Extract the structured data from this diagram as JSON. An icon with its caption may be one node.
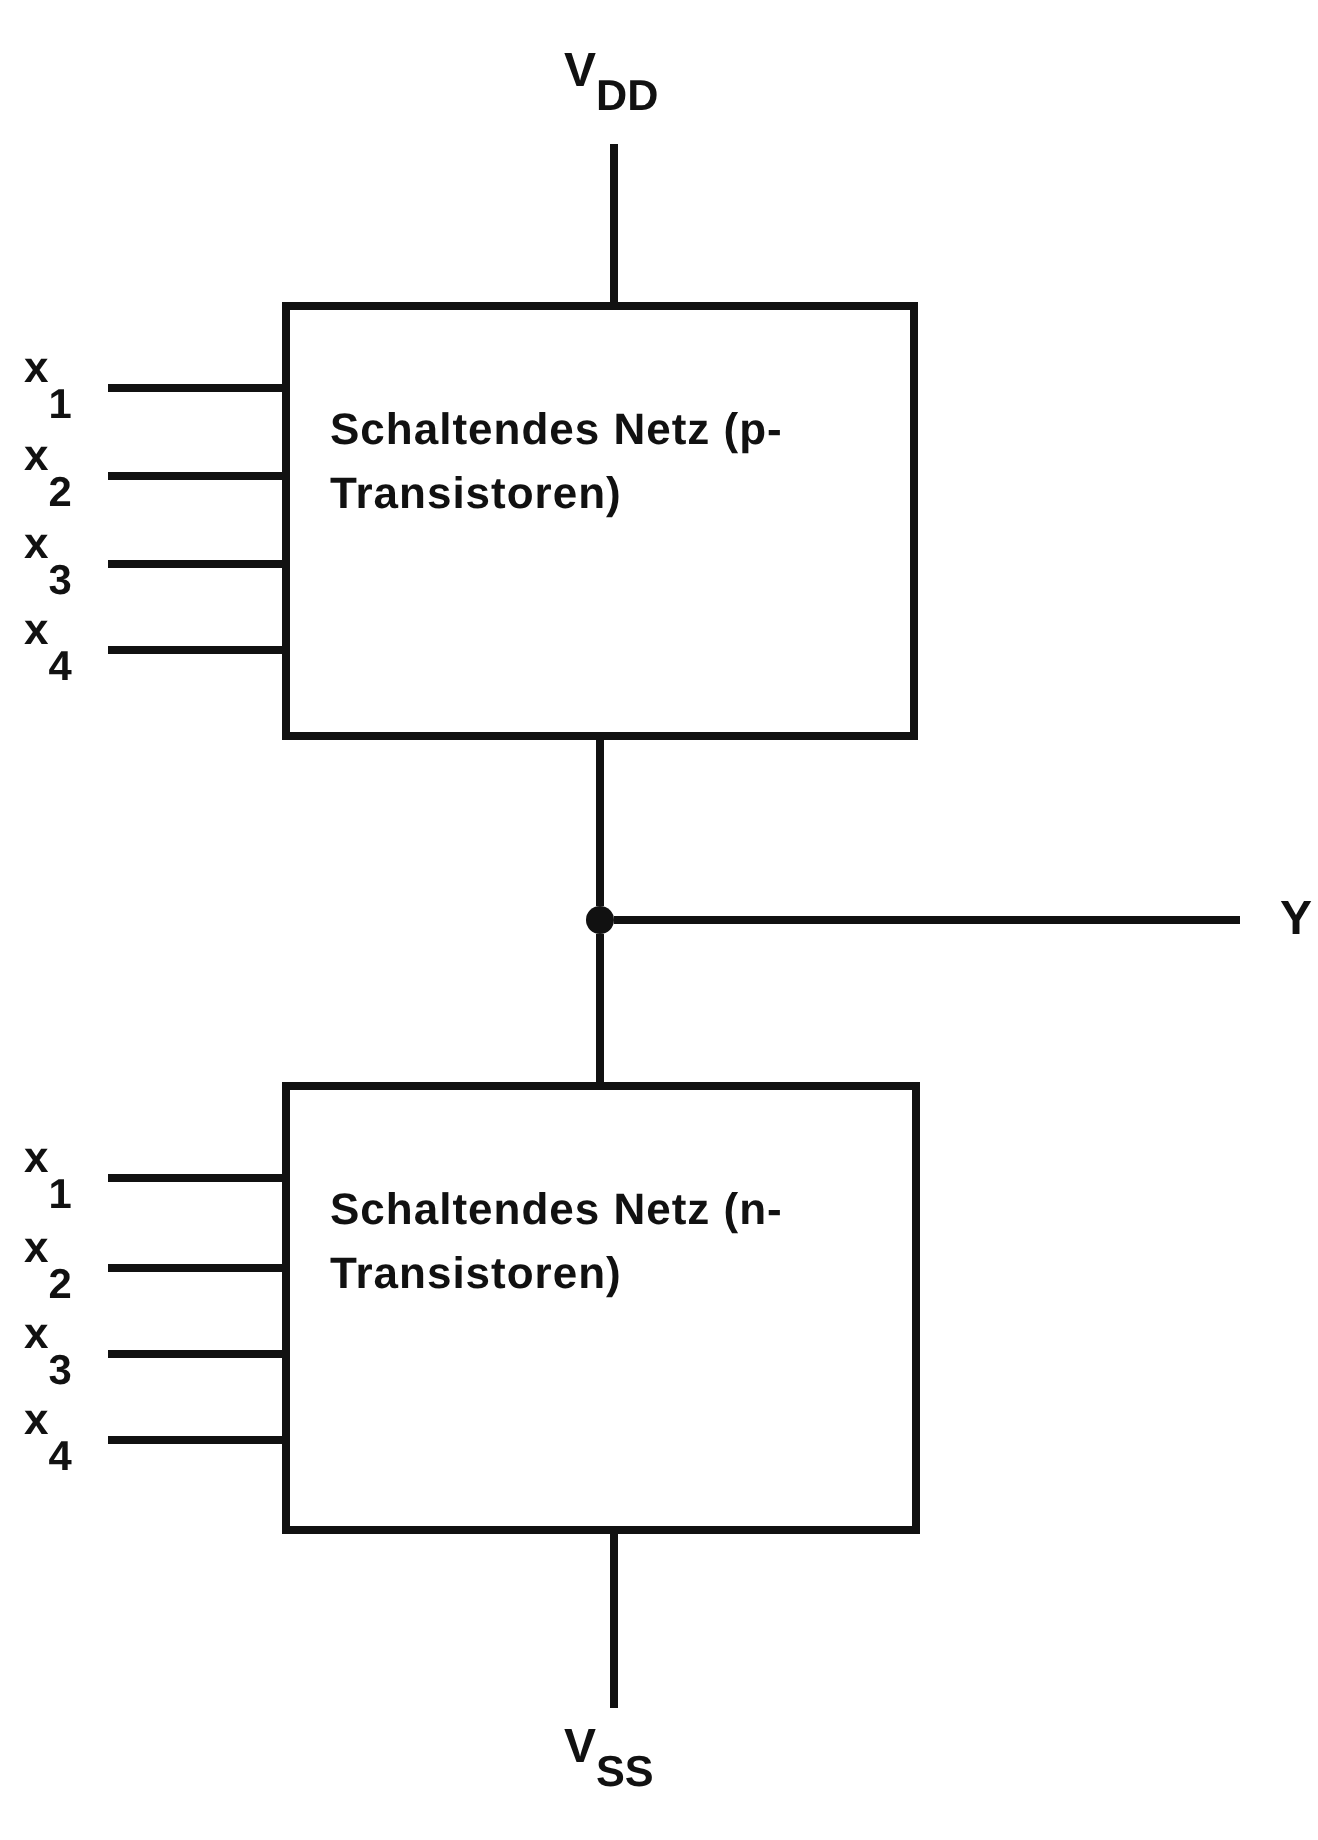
{
  "diagram": {
    "nodes": [
      {
        "text": [
          "V$_{DD}$"
        ]
      },
      {
        "text": [
          "x$_{1}$"
        ]
      },
      {
        "text": [
          "x$_{2}$"
        ]
      },
      {
        "text": [
          "x$_{3}$"
        ]
      },
      {
        "text": [
          "x$_{4}$"
        ]
      },
      {
        "text": [
          "Schaltendes Netz (p-Transistoren)"
        ]
      },
      {
        "text": [],
        "shape": "circle"
      },
      {
        "text": [
          "Y"
        ]
      },
      {
        "text": [
          "x$_{1}$"
        ]
      },
      {
        "text": [
          "x$_{2}$"
        ]
      },
      {
        "text": [
          "x$_{3}$"
        ]
      },
      {
        "text": [
          "x$_{4}$"
        ]
      },
      {
        "text": [
          "Schaltendes Netz (n-Transistoren)"
        ]
      },
      {
        "text": [
          "V$_{SS}$"
        ]
      }
    ],
    "edges": [
      {
        "from": 0,
        "to": 5,
        "arrow": "none"
      },
      {
        "from": 1,
        "to": 5,
        "arrow": "none"
      },
      {
        "from": 2,
        "to": 5,
        "arrow": "none"
      },
      {
        "from": 3,
        "to": 5,
        "arrow": "none"
      },
      {
        "from": 4,
        "to": 5,
        "arrow": "none"
      },
      {
        "from": 5,
        "to": 6,
        "arrow": "none"
      },
      {
        "from": 6,
        "to": 7,
        "arrow": "none"
      },
      {
        "from": 6,
        "to": 12,
        "arrow": "none"
      },
      {
        "from": 8,
        "to": 12,
        "arrow": "none"
      },
      {
        "from": 9,
        "to": 12,
        "arrow": "none"
      },
      {
        "from": 10,
        "to": 12,
        "arrow": "none"
      },
      {
        "from": 11,
        "to": 12,
        "arrow": "none"
      },
      {
        "from": 12,
        "to": 13,
        "arrow": "none"
      }
    ]
  }
}
